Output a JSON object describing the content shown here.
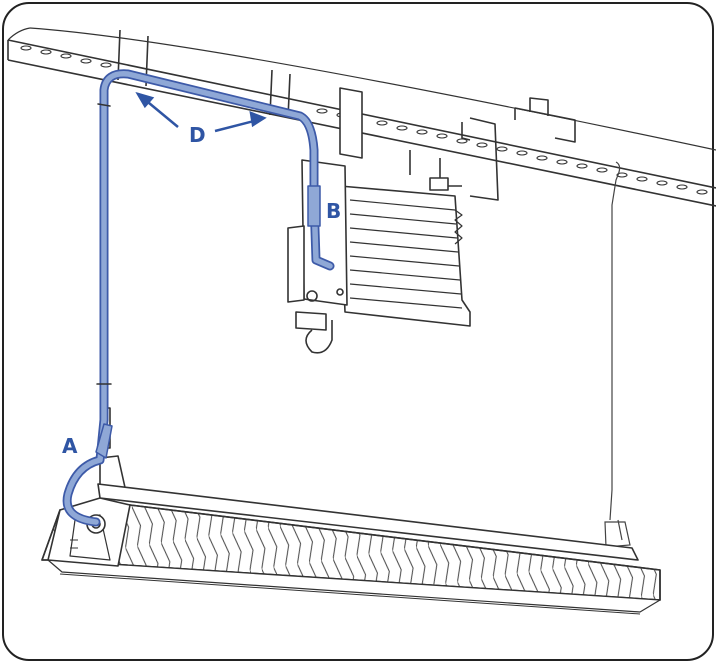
{
  "figure": {
    "labels": {
      "a": "A",
      "b": "B",
      "d": "D"
    },
    "colors": {
      "cable": "#8fa8d6",
      "cable_outline": "#3d5aa8",
      "label": "#2f55a4",
      "line_art": "#333333",
      "border": "#222222",
      "background": "#ffffff"
    },
    "icons": [
      "mounting-rail",
      "led-driver",
      "linear-light-fixture",
      "suspension-cable",
      "power-cable"
    ]
  }
}
